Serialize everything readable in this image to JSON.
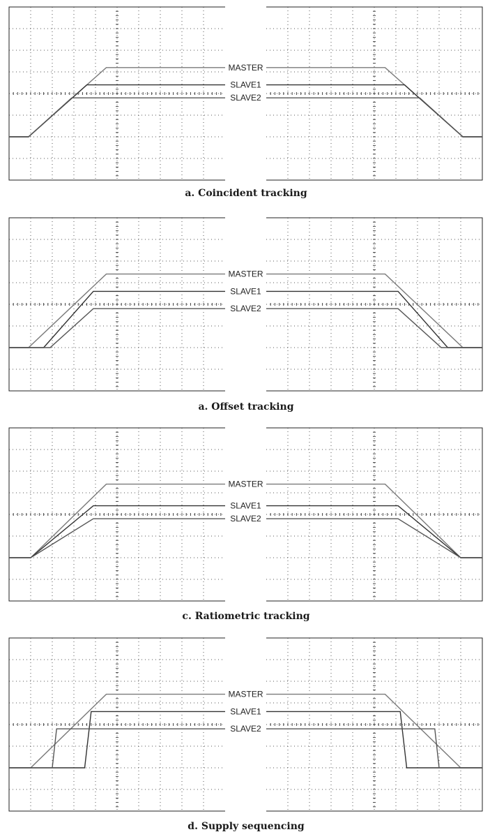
{
  "signal_labels": {
    "master": "MASTER",
    "slave1": "SLAVE1",
    "slave2": "SLAVE2"
  },
  "colors": {
    "grid": "#555555",
    "frame": "#222222",
    "master_trace": "#7a7a7a",
    "slave1_trace": "#333333",
    "slave2_trace": "#555555"
  },
  "grid": {
    "columns": 10,
    "rows": 8
  },
  "panels": [
    {
      "id": "coincident",
      "caption": "a. Coincident tracking",
      "waveforms": {
        "master": [
          [
            0,
            0
          ],
          [
            0.9,
            0
          ],
          [
            4.5,
            3.2
          ],
          [
            10,
            3.2
          ]
        ],
        "slave1": [
          [
            0,
            0
          ],
          [
            0.9,
            0
          ],
          [
            3.6,
            2.4
          ],
          [
            10,
            2.4
          ]
        ],
        "slave2": [
          [
            0,
            0
          ],
          [
            0.9,
            0
          ],
          [
            2.9,
            1.8
          ],
          [
            10,
            1.8
          ]
        ]
      }
    },
    {
      "id": "offset",
      "caption": "a. Offset tracking",
      "waveforms": {
        "master": [
          [
            0,
            0
          ],
          [
            0.9,
            0
          ],
          [
            4.5,
            3.4
          ],
          [
            10,
            3.4
          ]
        ],
        "slave1": [
          [
            0,
            0
          ],
          [
            1.6,
            0
          ],
          [
            3.9,
            2.6
          ],
          [
            10,
            2.6
          ]
        ],
        "slave2": [
          [
            0,
            0
          ],
          [
            1.9,
            0
          ],
          [
            3.9,
            1.8
          ],
          [
            10,
            1.8
          ]
        ]
      }
    },
    {
      "id": "ratiometric",
      "caption": "c. Ratiometric tracking",
      "waveforms": {
        "master": [
          [
            0,
            0
          ],
          [
            1.0,
            0
          ],
          [
            4.5,
            3.4
          ],
          [
            10,
            3.4
          ]
        ],
        "slave1": [
          [
            0,
            0
          ],
          [
            1.0,
            0
          ],
          [
            3.9,
            2.4
          ],
          [
            10,
            2.4
          ]
        ],
        "slave2": [
          [
            0,
            0
          ],
          [
            1.0,
            0
          ],
          [
            3.9,
            1.8
          ],
          [
            10,
            1.8
          ]
        ]
      }
    },
    {
      "id": "sequencing",
      "caption": "d. Supply sequencing",
      "waveforms": {
        "master": [
          [
            0,
            0
          ],
          [
            1.0,
            0
          ],
          [
            4.5,
            3.4
          ],
          [
            10,
            3.4
          ]
        ],
        "slave1": [
          [
            0,
            0
          ],
          [
            3.5,
            0
          ],
          [
            3.8,
            2.6
          ],
          [
            10,
            2.6
          ]
        ],
        "slave2": [
          [
            0,
            0
          ],
          [
            2.0,
            0
          ],
          [
            2.2,
            1.8
          ],
          [
            10,
            1.8
          ]
        ]
      }
    }
  ]
}
